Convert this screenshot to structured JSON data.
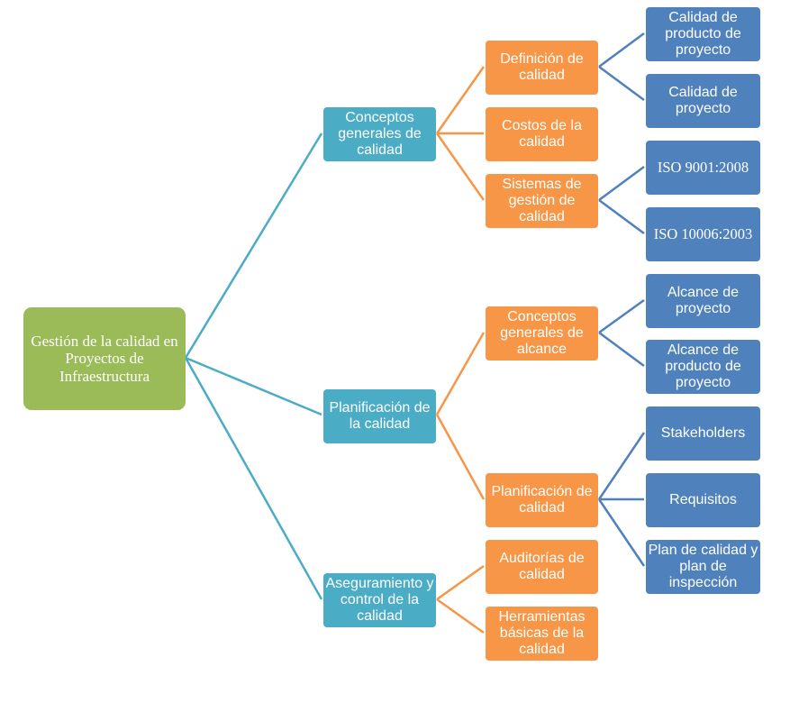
{
  "colors": {
    "root": "#9bbb59",
    "level1": "#4bacc6",
    "level2": "#f79646",
    "level3": "#4f81bd"
  },
  "diagram": {
    "root": "Gestión de la calidad en Proyectos de Infraestructura",
    "conceptos": {
      "label": "Conceptos generales de calidad",
      "definicion": {
        "label": "Definición de calidad",
        "calidad_producto": "Calidad de producto de proyecto",
        "calidad_proyecto": "Calidad de proyecto"
      },
      "costos": {
        "label": "Costos de la calidad"
      },
      "sistemas": {
        "label": "Sistemas de gestión de calidad",
        "iso9001": "ISO 9001:2008",
        "iso10006": "ISO 10006:2003"
      }
    },
    "planificacion": {
      "label": "Planificación de la calidad",
      "alcance": {
        "label": "Conceptos generales de alcance",
        "alcance_proyecto": "Alcance de proyecto",
        "alcance_producto": "Alcance de producto de proyecto"
      },
      "plan_calidad": {
        "label": "Planificación de calidad",
        "stakeholders": "Stakeholders",
        "requisitos": "Requisitos",
        "plan_inspeccion": "Plan de calidad y plan de inspección"
      }
    },
    "aseguramiento": {
      "label": "Aseguramiento y control de la calidad",
      "auditorias": {
        "label": "Auditorías de calidad"
      },
      "herramientas": {
        "label": "Herramientas básicas de la calidad"
      }
    }
  }
}
